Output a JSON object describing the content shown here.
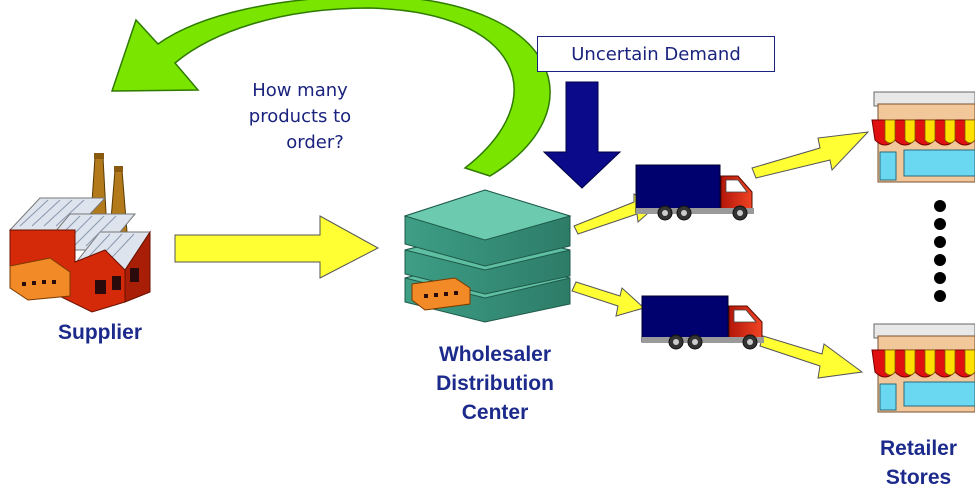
{
  "labels": {
    "demand": "Uncertain Demand",
    "question_line1": "How many",
    "question_line2": "products to",
    "question_line3": "order?",
    "supplier": "Supplier",
    "wholesaler_line1": "Wholesaler",
    "wholesaler_line2": "Distribution",
    "wholesaler_line3": "Center",
    "retailer_line1": "Retailer",
    "retailer_line2": "Stores"
  },
  "colors": {
    "label_blue": "#1c2a8c",
    "feedback_arrow": "#7ae600",
    "flow_arrow": "#ffff33",
    "demand_arrow": "#0a0a8a",
    "truck_body": "#00006e",
    "truck_cab": "#e02a0f",
    "warehouse": "#5fbfa3",
    "factory": "#d42a0a",
    "store_awning_red": "#e01010",
    "store_awning_yellow": "#ffe000"
  },
  "icons": [
    "factory-icon",
    "warehouse-icon",
    "truck-icon",
    "store-icon"
  ]
}
